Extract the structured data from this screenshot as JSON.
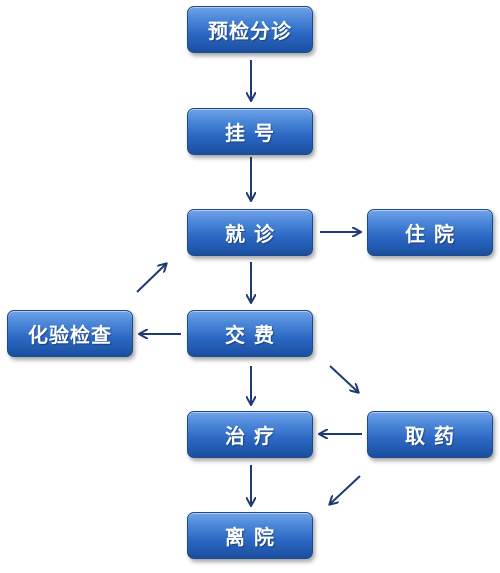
{
  "nodes": {
    "triage": "预检分诊",
    "register": "挂 号",
    "consult": "就 诊",
    "hospitalize": "住 院",
    "lab_test": "化验检查",
    "payment": "交 费",
    "treatment": "治 疗",
    "pharmacy": "取 药",
    "discharge": "离 院"
  },
  "colors": {
    "node_fill_top": "#6fa2e8",
    "node_fill_bottom": "#1a4f9e",
    "arrow": "#1f3a72"
  }
}
